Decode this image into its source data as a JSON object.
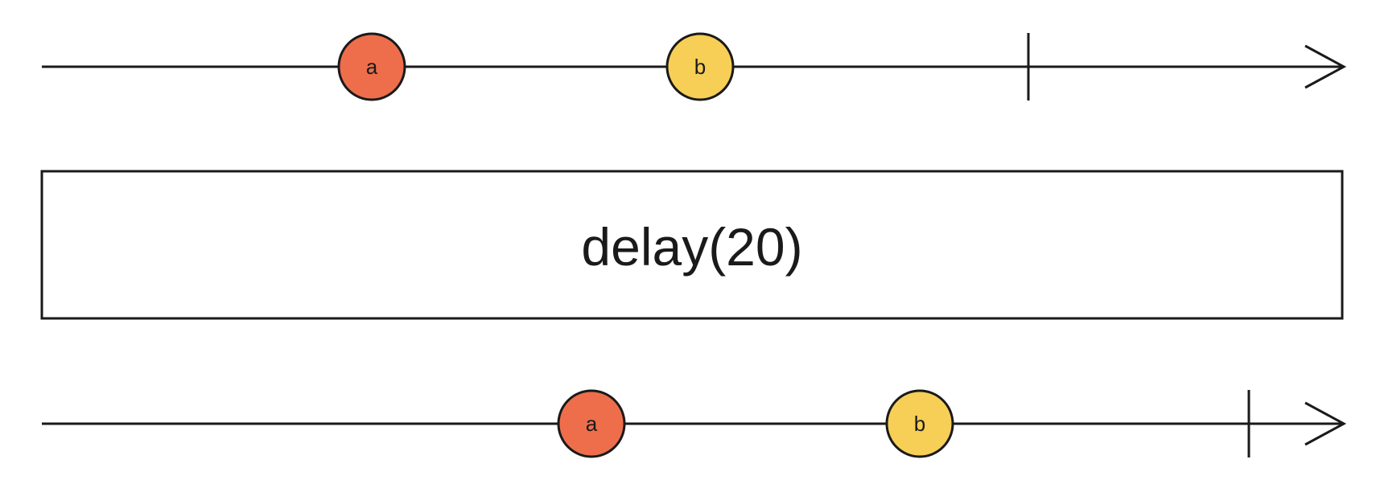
{
  "operator": {
    "label": "delay(20)"
  },
  "colors": {
    "a": "#EE6E4B",
    "b": "#F7CF56",
    "stroke": "#1a1a1a"
  },
  "input_timeline": {
    "marbles": [
      {
        "label": "a",
        "color_key": "a"
      },
      {
        "label": "b",
        "color_key": "b"
      }
    ],
    "completes": true
  },
  "output_timeline": {
    "marbles": [
      {
        "label": "a",
        "color_key": "a"
      },
      {
        "label": "b",
        "color_key": "b"
      }
    ],
    "completes": true
  }
}
